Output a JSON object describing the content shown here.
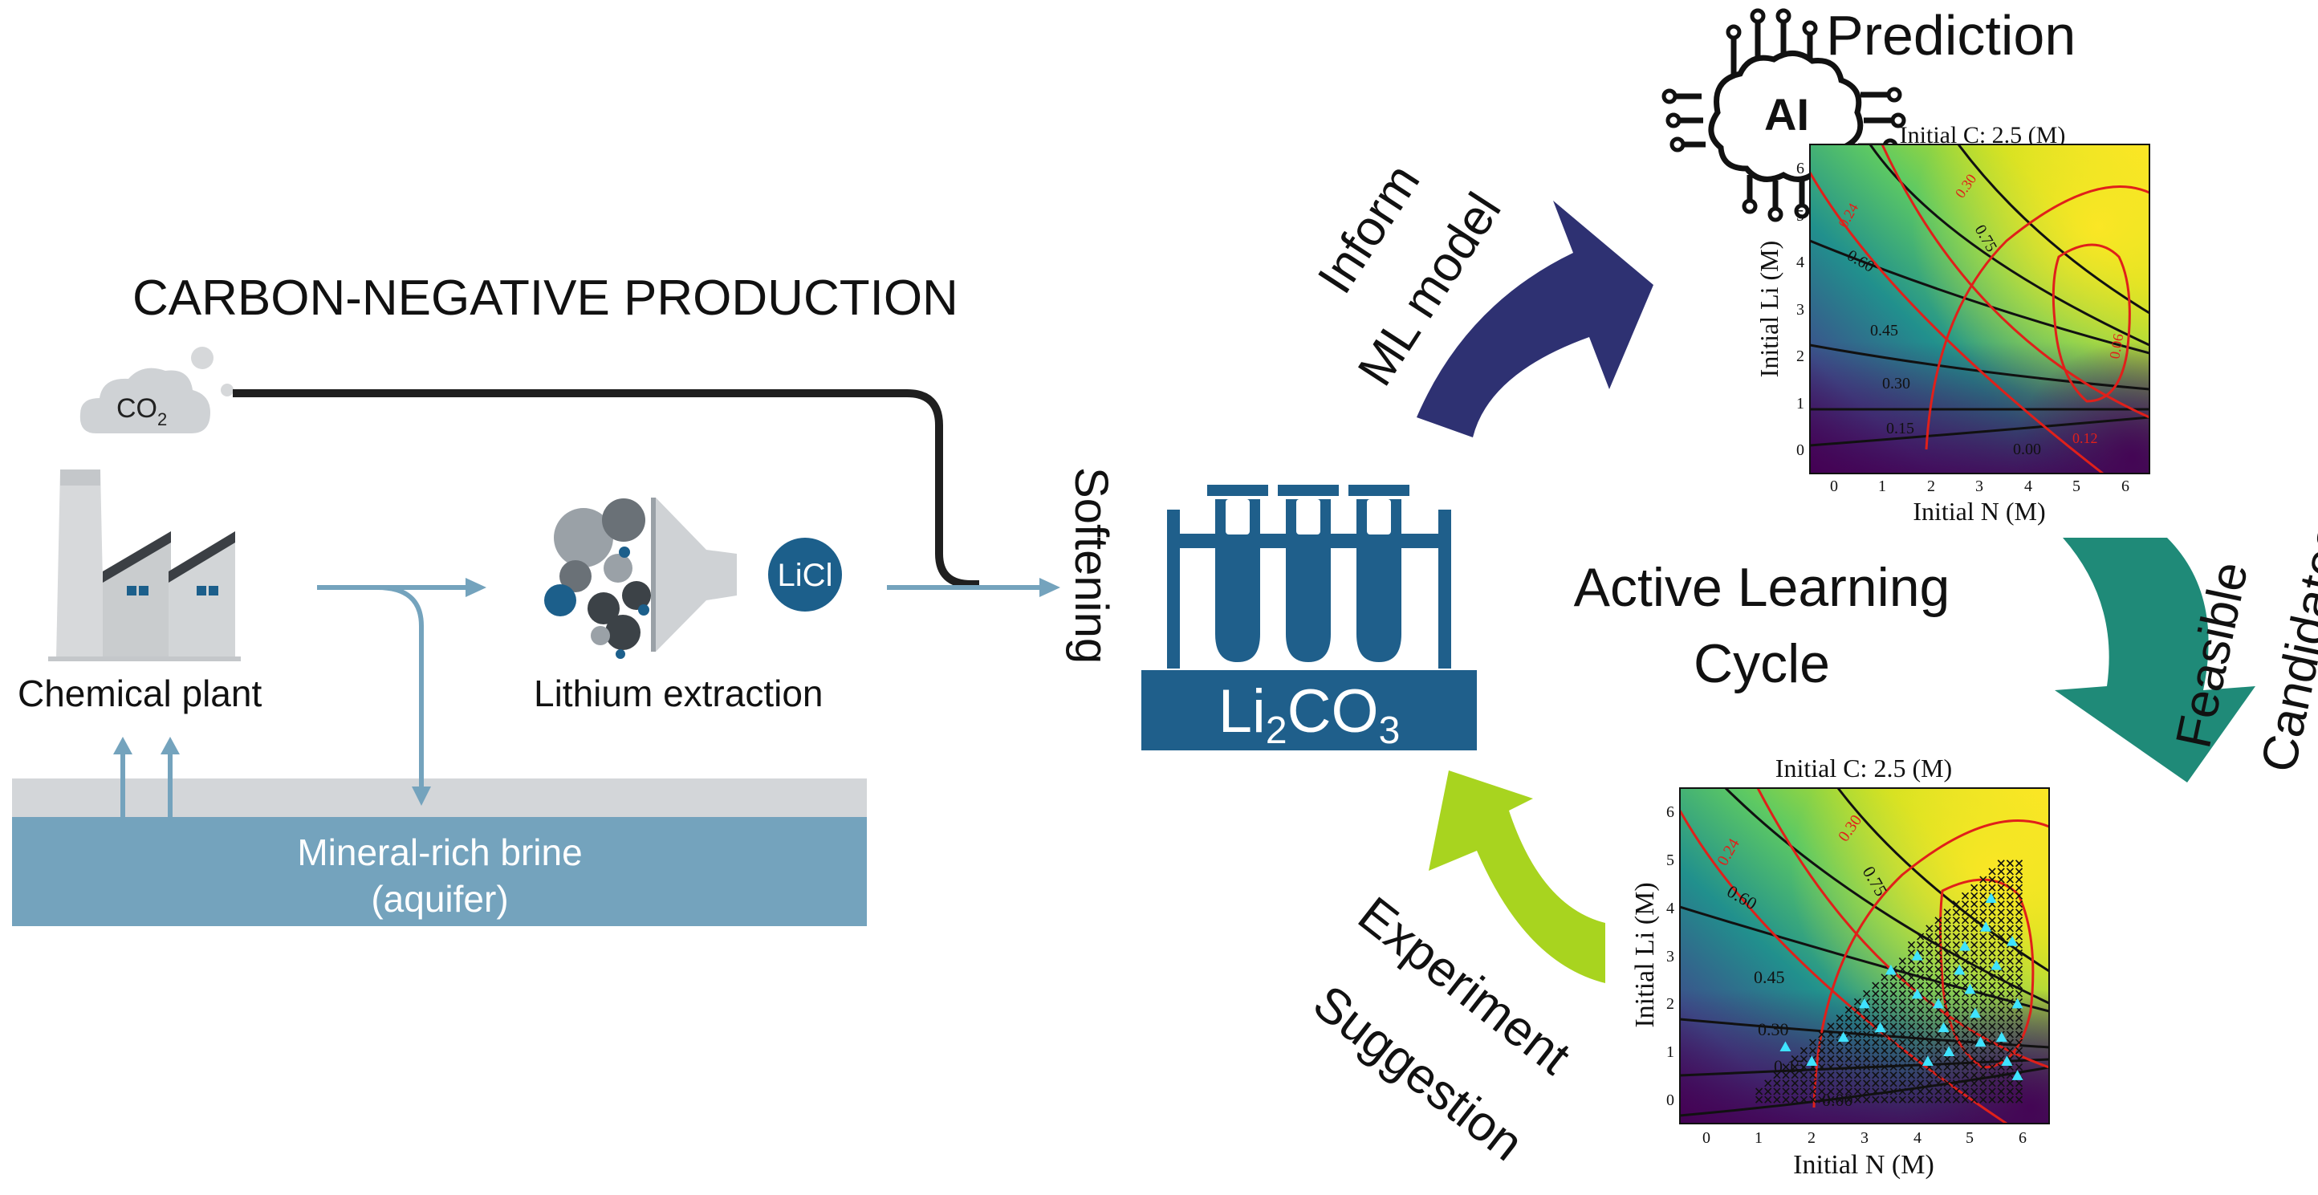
{
  "left_panel": {
    "heading": "CARBON-NEGATIVE PRODUCTION",
    "co2": {
      "main": "CO",
      "sub": "2"
    },
    "chemical_plant_label": "Chemical plant",
    "lithium_extraction_label": "Lithium extraction",
    "licl_badge": "LiCl",
    "brine_line1": "Mineral-rich brine",
    "brine_line2": "(aquifer)"
  },
  "center": {
    "softening_label": "Softening",
    "product": {
      "prefix": "Li",
      "sub1": "2",
      "mid": "CO",
      "sub2": "3"
    }
  },
  "cycle": {
    "title_line1": "Active Learning",
    "title_line2": "Cycle",
    "arrow_inform_line1": "Inform",
    "arrow_inform_line2": "ML model",
    "arrow_feasible_line1": "Feasible",
    "arrow_feasible_line2": "Candidates",
    "arrow_experiment_line1": "Experiment",
    "arrow_experiment_line2": "Suggestion",
    "prediction_label": "Prediction",
    "ai_badge": "AI",
    "colors": {
      "inform_arrow": "#2e3172",
      "feasible_arrow": "#1f8a78",
      "experiment_arrow": "#a8d41f",
      "brine": "#74a3bd",
      "product": "#1f5f8b"
    }
  },
  "plots": [
    {
      "title": "Initial C: 2.5 (M)",
      "xlabel": "Initial N (M)",
      "ylabel": "Initial Li (M)",
      "xticks": [
        "0",
        "1",
        "2",
        "3",
        "4",
        "5",
        "6"
      ],
      "yticks": [
        "0",
        "1",
        "2",
        "3",
        "4",
        "5",
        "6"
      ],
      "black_contour_labels": [
        "0.75",
        "0.60",
        "0.45",
        "0.30",
        "0.15",
        "0.00"
      ],
      "red_contour_labels": [
        "0.24",
        "0.30",
        "0.12",
        "0.06"
      ]
    },
    {
      "title": "Initial C: 2.5 (M)",
      "xlabel": "Initial N (M)",
      "ylabel": "Initial Li (M)",
      "xticks": [
        "0",
        "1",
        "2",
        "3",
        "4",
        "5",
        "6"
      ],
      "yticks": [
        "0",
        "1",
        "2",
        "3",
        "4",
        "5",
        "6"
      ],
      "black_contour_labels": [
        "0.75",
        "0.60",
        "0.45",
        "0.30",
        "0.15",
        "0.00"
      ],
      "red_contour_labels": [
        "0.24",
        "0.30"
      ]
    }
  ],
  "chart_data": [
    {
      "type": "heatmap",
      "title": "Initial C: 2.5 (M)",
      "xlabel": "Initial N (M)",
      "ylabel": "Initial Li (M)",
      "xlim": [
        -0.5,
        6.5
      ],
      "ylim": [
        -0.5,
        6.5
      ],
      "colormap": "viridis",
      "black_contour_levels": [
        0.0,
        0.15,
        0.3,
        0.45,
        0.6,
        0.75
      ],
      "red_contour_levels": [
        0.06,
        0.12,
        0.24,
        0.3
      ],
      "grid": false,
      "legend": "none"
    },
    {
      "type": "scatter",
      "title": "Initial C: 2.5 (M)",
      "xlabel": "Initial N (M)",
      "ylabel": "Initial Li (M)",
      "xlim": [
        -0.5,
        6.5
      ],
      "ylim": [
        -0.5,
        6.5
      ],
      "colormap": "viridis",
      "black_contour_levels": [
        0.0,
        0.15,
        0.3,
        0.45,
        0.6,
        0.75
      ],
      "red_contour_levels": [
        0.24,
        0.3
      ],
      "series": [
        {
          "marker": "x",
          "color": "#111111",
          "region": {
            "x_range": [
              1.0,
              6.0
            ],
            "y_range": [
              0.0,
              5.0
            ]
          }
        },
        {
          "marker": "triangle",
          "color": "#3fe3ff",
          "points": [
            [
              1.5,
              1.1
            ],
            [
              2.0,
              0.8
            ],
            [
              2.6,
              1.3
            ],
            [
              3.0,
              2.0
            ],
            [
              3.3,
              1.5
            ],
            [
              3.5,
              2.7
            ],
            [
              4.0,
              2.2
            ],
            [
              4.2,
              0.8
            ],
            [
              4.4,
              2.0
            ],
            [
              4.5,
              1.5
            ],
            [
              4.6,
              1.0
            ],
            [
              4.8,
              2.7
            ],
            [
              4.9,
              3.2
            ],
            [
              5.0,
              2.3
            ],
            [
              5.1,
              1.8
            ],
            [
              5.3,
              3.6
            ],
            [
              5.4,
              4.2
            ],
            [
              5.5,
              2.8
            ],
            [
              5.6,
              1.3
            ],
            [
              5.7,
              0.8
            ],
            [
              5.8,
              3.3
            ],
            [
              5.9,
              2.0
            ],
            [
              5.9,
              0.5
            ],
            [
              5.2,
              1.2
            ],
            [
              4.0,
              3.0
            ]
          ]
        }
      ],
      "grid": false,
      "legend": "none"
    }
  ]
}
